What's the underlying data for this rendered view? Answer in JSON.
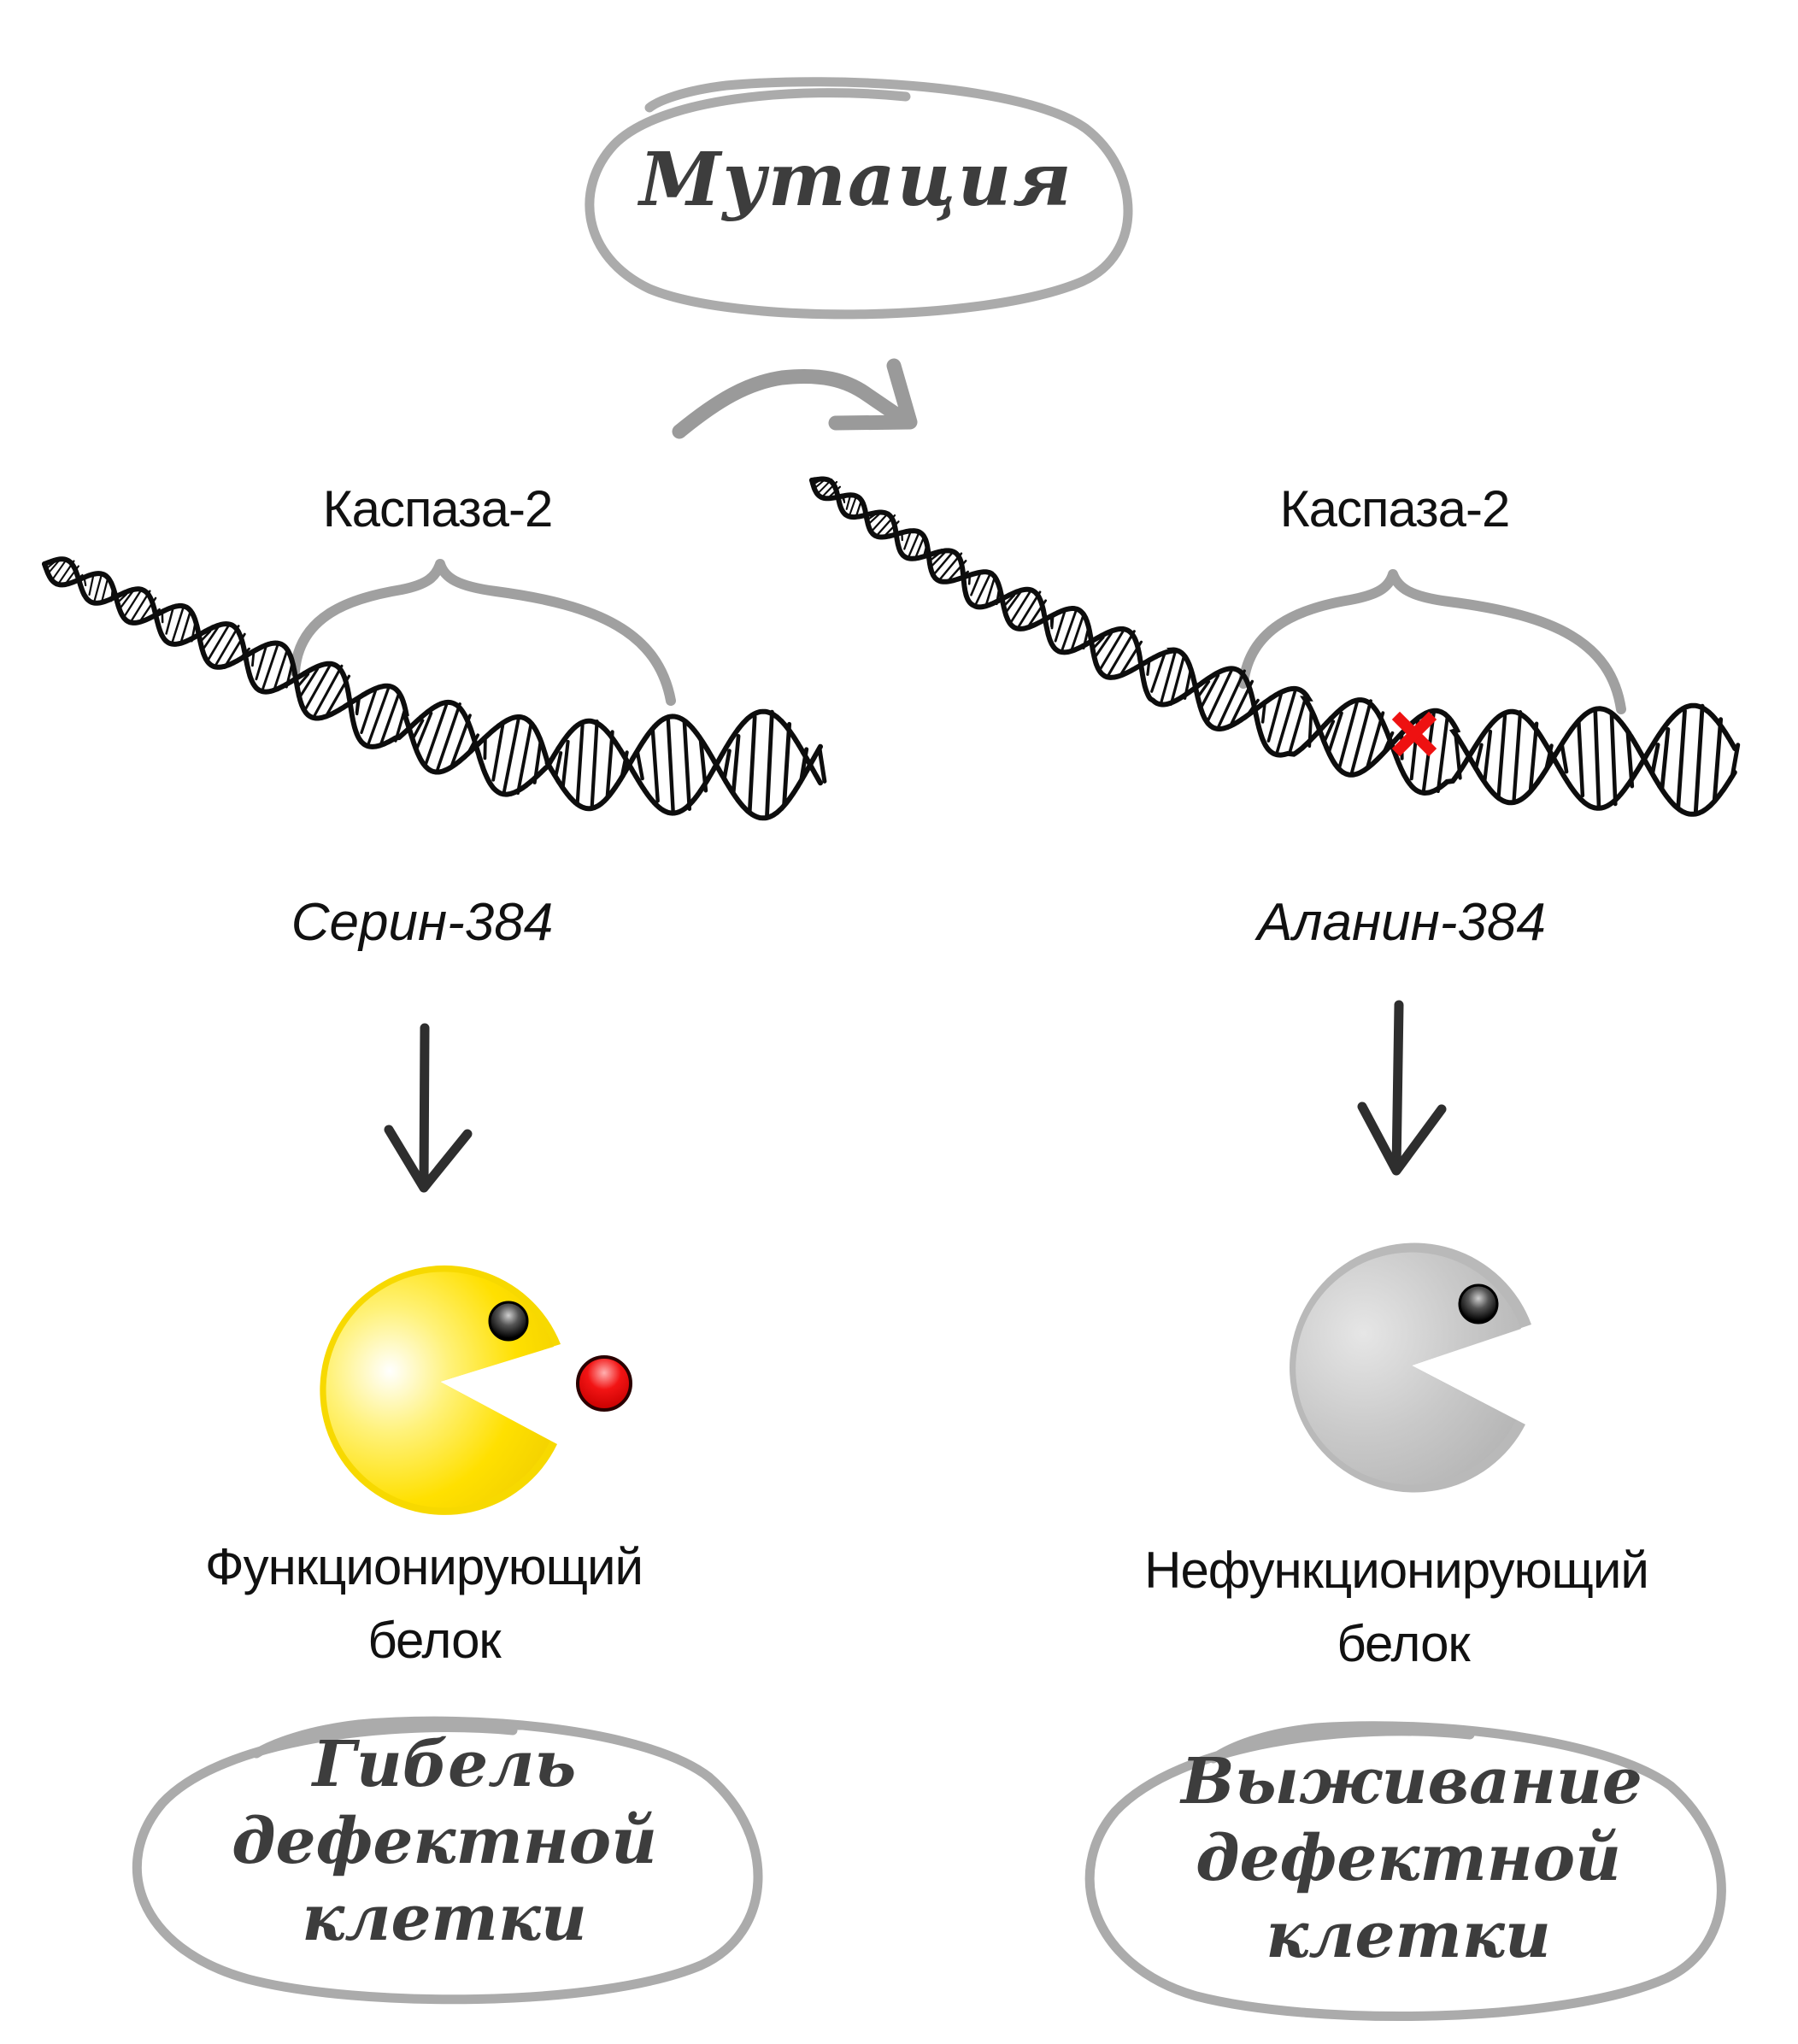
{
  "diagram": {
    "title": "Мутация",
    "colors": {
      "background": "#ffffff",
      "sketch_gray": "#ababab",
      "ink": "#111111",
      "handwriting": "#3d3d3d",
      "mutation_marker": "#ee1111",
      "functional_protein": "#ffe000",
      "nonfunctional_protein": "#bdbdbd",
      "substrate": "#e00000"
    },
    "branches": [
      {
        "id": "wild-type",
        "gene_label": "Каспаза-2",
        "residue_label": "Серин-384",
        "has_mutation_marker": false,
        "protein_label_line1": "Функционирующий",
        "protein_label_line2": "белок",
        "protein_state": "functional",
        "outcome_line1": "Гибель",
        "outcome_line2": "дефектной",
        "outcome_line3": "клетки"
      },
      {
        "id": "mutant",
        "gene_label": "Каспаза-2",
        "residue_label": "Аланин-384",
        "has_mutation_marker": true,
        "protein_label_line1": "Нефункционирующий",
        "protein_label_line2": "белок",
        "protein_state": "nonfunctional",
        "outcome_line1": "Выживание",
        "outcome_line2": "дефектной",
        "outcome_line3": "клетки"
      }
    ],
    "icons": {
      "dna": "dna-double-helix-icon",
      "brace": "curly-brace-icon",
      "mutation": "red-x-mark-icon",
      "arrow_down": "arrow-down-icon",
      "arrow_transition": "curved-arrow-right-icon",
      "protein": "pacman-protein-icon",
      "substrate": "red-ball-icon"
    }
  }
}
